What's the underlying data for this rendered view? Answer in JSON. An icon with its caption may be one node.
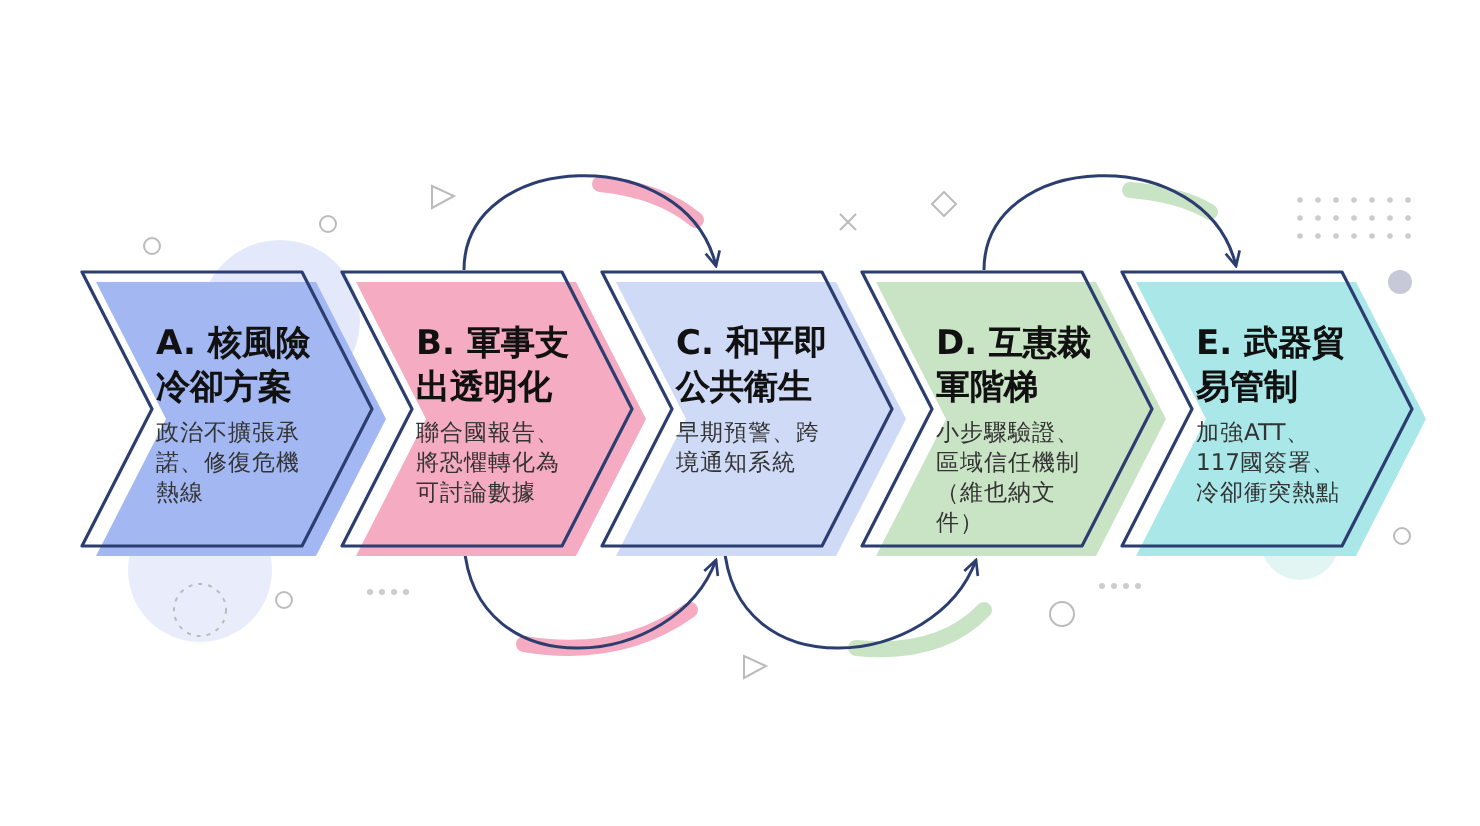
{
  "diagram": {
    "nodes": [
      {
        "text": [
          "A. 核風險冷卻方案",
          "政治不擴張承諾、修復危機熱線"
        ]
      },
      {
        "text": [
          "B. 軍事支出透明化",
          "聯合國報告、將恐懼轉化為可討論數據"
        ]
      },
      {
        "text": [
          "C. 和平即公共衛生",
          "早期預警、跨境通知系統"
        ]
      },
      {
        "text": [
          "D. 互惠裁軍階梯",
          "小步驟驗證、區域信任機制（維也納文件）"
        ]
      },
      {
        "text": [
          "E. 武器貿易管制",
          "加強ATT、117國簽署、冷卻衝突熱點"
        ]
      }
    ],
    "edges": [
      {
        "from": 1,
        "to": 2,
        "arrow": "to"
      },
      {
        "from": 1,
        "to": 2,
        "arrow": "to"
      },
      {
        "from": 2,
        "to": 3,
        "arrow": "to"
      },
      {
        "from": 3,
        "to": 4,
        "arrow": "to"
      }
    ]
  }
}
